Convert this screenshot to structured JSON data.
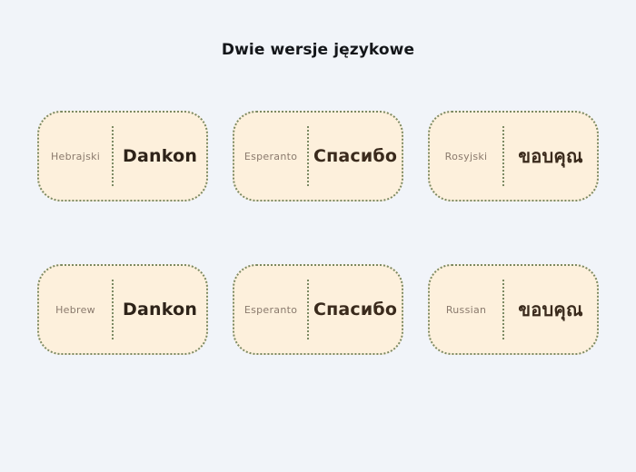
{
  "header": {
    "title": "Dwie wersje językowe"
  },
  "colors": {
    "background": "#f1f4f9",
    "card_fill": "#fdf0dc",
    "card_border": "#7c8a63",
    "label_text": "#8a7a6d",
    "term_text": "#2e2319",
    "title_text": "#14161a"
  },
  "rows": [
    {
      "name": "polish-labels-row",
      "cards": [
        {
          "language": "Hebrajski",
          "term": "Dankon",
          "script": "latin"
        },
        {
          "language": "Esperanto",
          "term": "Спасибо",
          "script": "cyrillic"
        },
        {
          "language": "Rosyjski",
          "term": "ขอบคุณ",
          "script": "thai"
        }
      ]
    },
    {
      "name": "english-labels-row",
      "cards": [
        {
          "language": "Hebrew",
          "term": "Dankon",
          "script": "latin"
        },
        {
          "language": "Esperanto",
          "term": "Спасибо",
          "script": "cyrillic"
        },
        {
          "language": "Russian",
          "term": "ขอบคุณ",
          "script": "thai"
        }
      ]
    }
  ]
}
